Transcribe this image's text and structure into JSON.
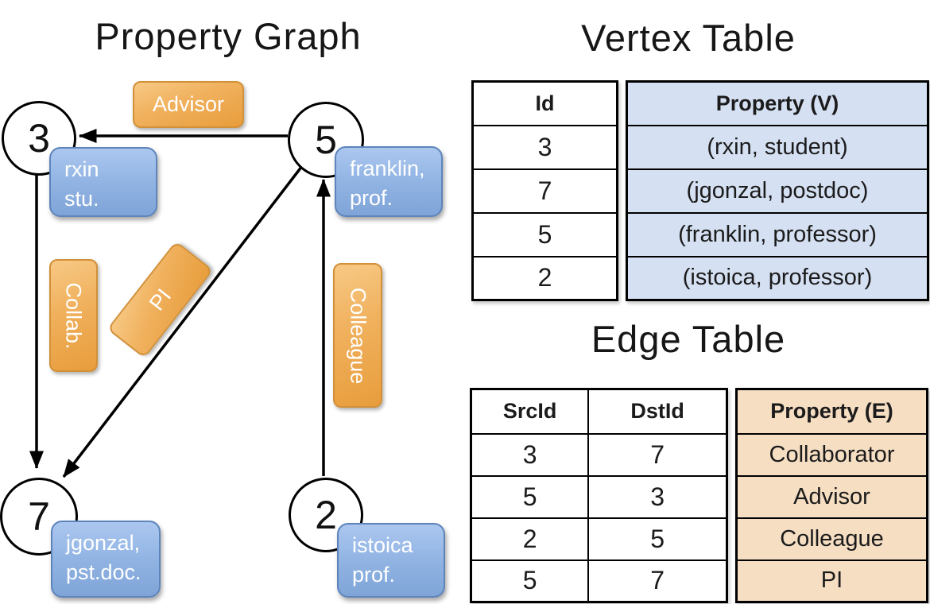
{
  "graph": {
    "title": "Property Graph",
    "nodes": [
      {
        "id": "3",
        "label_line1": "rxin",
        "label_line2": "stu."
      },
      {
        "id": "5",
        "label_line1": "franklin,",
        "label_line2": "prof."
      },
      {
        "id": "7",
        "label_line1": "jgonzal,",
        "label_line2": "pst.doc."
      },
      {
        "id": "2",
        "label_line1": "istoica",
        "label_line2": "prof."
      }
    ],
    "edge_labels": {
      "advisor": "Advisor",
      "collab": "Collab.",
      "pi": "PI",
      "colleague": "Colleague"
    }
  },
  "vertex_table": {
    "title": "Vertex Table",
    "col_id": "Id",
    "col_property": "Property (V)",
    "rows": [
      {
        "id": "3",
        "property": "(rxin, student)"
      },
      {
        "id": "7",
        "property": "(jgonzal, postdoc)"
      },
      {
        "id": "5",
        "property": "(franklin, professor)"
      },
      {
        "id": "2",
        "property": "(istoica, professor)"
      }
    ]
  },
  "edge_table": {
    "title": "Edge Table",
    "col_src": "SrcId",
    "col_dst": "DstId",
    "col_property": "Property (E)",
    "rows": [
      {
        "src": "3",
        "dst": "7",
        "property": "Collaborator"
      },
      {
        "src": "5",
        "dst": "3",
        "property": "Advisor"
      },
      {
        "src": "2",
        "dst": "5",
        "property": "Colleague"
      },
      {
        "src": "5",
        "dst": "7",
        "property": "PI"
      }
    ]
  },
  "colors": {
    "vertex_box_fill_top": "#abc7ef",
    "vertex_box_fill_bottom": "#7fa4d7",
    "vertex_box_border": "#5d84bb",
    "edge_box_fill_top": "#f7c985",
    "edge_box_fill_bottom": "#e89d3c",
    "edge_box_border": "#d29038",
    "vertex_table_cell": "#d5e0f2",
    "edge_table_cell": "#f5dec2",
    "line": "#000000"
  }
}
